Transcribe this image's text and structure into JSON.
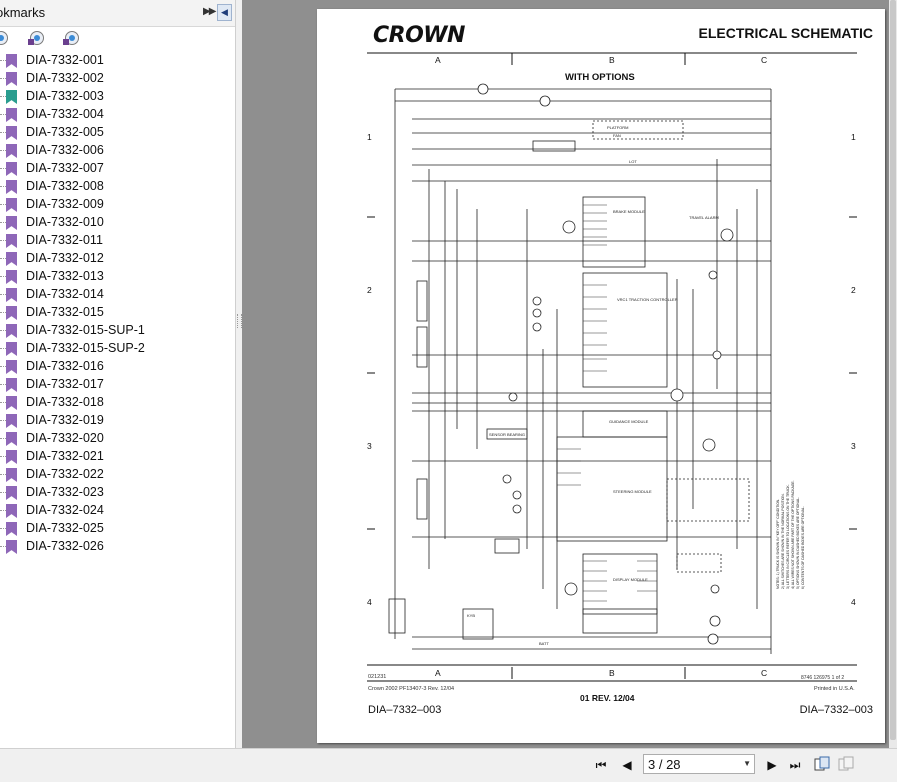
{
  "sidebar": {
    "title": "okmarks",
    "expand_icon": "double-chevron-right-icon",
    "collapse_icon": "triangle-left-icon",
    "tools": [
      "bookmark-expand-icon",
      "bookmark-find-icon",
      "bookmark-goto-icon"
    ],
    "bookmarks": [
      {
        "label": "DIA-7332-001",
        "color": "#8e67b8"
      },
      {
        "label": "DIA-7332-002",
        "color": "#8e67b8"
      },
      {
        "label": "DIA-7332-003",
        "color": "#2a9d8f"
      },
      {
        "label": "DIA-7332-004",
        "color": "#8e67b8"
      },
      {
        "label": "DIA-7332-005",
        "color": "#8e67b8"
      },
      {
        "label": "DIA-7332-006",
        "color": "#8e67b8"
      },
      {
        "label": "DIA-7332-007",
        "color": "#8e67b8"
      },
      {
        "label": "DIA-7332-008",
        "color": "#8e67b8"
      },
      {
        "label": "DIA-7332-009",
        "color": "#8e67b8"
      },
      {
        "label": "DIA-7332-010",
        "color": "#8e67b8"
      },
      {
        "label": "DIA-7332-011",
        "color": "#8e67b8"
      },
      {
        "label": "DIA-7332-012",
        "color": "#8e67b8"
      },
      {
        "label": "DIA-7332-013",
        "color": "#8e67b8"
      },
      {
        "label": "DIA-7332-014",
        "color": "#8e67b8"
      },
      {
        "label": "DIA-7332-015",
        "color": "#8e67b8"
      },
      {
        "label": "DIA-7332-015-SUP-1",
        "color": "#8e67b8"
      },
      {
        "label": "DIA-7332-015-SUP-2",
        "color": "#8e67b8"
      },
      {
        "label": "DIA-7332-016",
        "color": "#8e67b8"
      },
      {
        "label": "DIA-7332-017",
        "color": "#8e67b8"
      },
      {
        "label": "DIA-7332-018",
        "color": "#8e67b8"
      },
      {
        "label": "DIA-7332-019",
        "color": "#8e67b8"
      },
      {
        "label": "DIA-7332-020",
        "color": "#8e67b8"
      },
      {
        "label": "DIA-7332-021",
        "color": "#8e67b8"
      },
      {
        "label": "DIA-7332-022",
        "color": "#8e67b8"
      },
      {
        "label": "DIA-7332-023",
        "color": "#8e67b8"
      },
      {
        "label": "DIA-7332-024",
        "color": "#8e67b8"
      },
      {
        "label": "DIA-7332-025",
        "color": "#8e67b8"
      },
      {
        "label": "DIA-7332-026",
        "color": "#8e67b8"
      }
    ]
  },
  "page": {
    "logo": "CROWN",
    "title": "ELECTRICAL SCHEMATIC",
    "subtitle": "WITH OPTIONS",
    "columns": [
      "A",
      "B",
      "C"
    ],
    "rows": [
      "1",
      "2",
      "3",
      "4"
    ],
    "footer_code": "021231",
    "footer_copyright": "Crown 2002 PF13407-3 Rev. 12/04",
    "footer_revision": "01 REV. 12/04",
    "footer_sheet": "8746  126975 1 of 2",
    "footer_printed": "Printed in U.S.A.",
    "diagram_id": "DIA–7332–003",
    "labels": {
      "platform": "PLATFORM",
      "fan": "FAN",
      "lot": "LOT",
      "brake_module": "BRAKE MODULE",
      "travel_alarm": "TRAVEL ALARM",
      "vrc1": "VRC1 TRACTION CONTROLLER",
      "guidance": "GUIDANCE MODULE",
      "sensor": "SENSOR BEARING",
      "steering": "STEERING MODULE",
      "display": "DISPLAY MODULE",
      "batt": "BATT",
      "key": "KYB"
    }
  },
  "navbar": {
    "first_icon": "first-page-icon",
    "prev_icon": "previous-page-icon",
    "page_value": "3 / 28",
    "next_icon": "next-page-icon",
    "last_icon": "last-page-icon",
    "fit_icon": "fit-page-icon",
    "copy_icon": "copy-page-icon"
  }
}
